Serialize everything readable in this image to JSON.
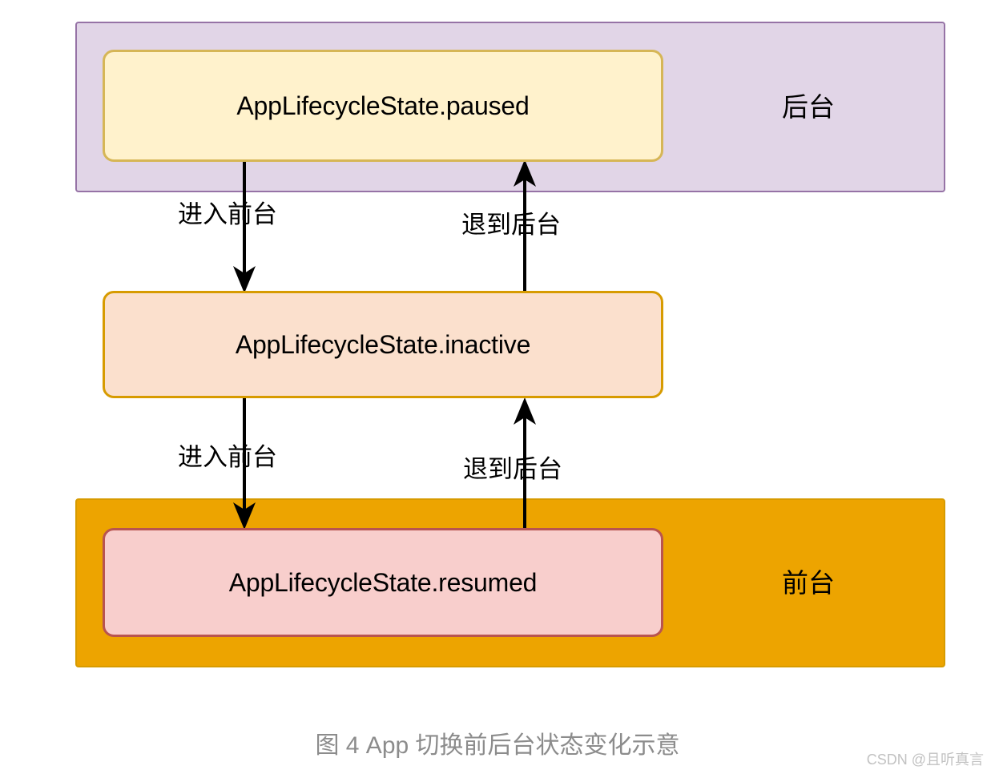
{
  "diagram": {
    "title": "App lifecycle state transition diagram",
    "lanes": [
      {
        "id": "background",
        "label": "后台",
        "fill": "#e1d5e7",
        "stroke": "#9673a6"
      },
      {
        "id": "foreground",
        "label": "前台",
        "fill": "#eda400",
        "stroke": "#d79b00"
      }
    ],
    "nodes": [
      {
        "id": "paused",
        "label": "AppLifecycleState.paused",
        "fill": "#fff2cc",
        "stroke": "#d6b656",
        "lane": "background"
      },
      {
        "id": "inactive",
        "label": "AppLifecycleState.inactive",
        "fill": "#fbe0cd",
        "stroke": "#d79b00",
        "lane": "none"
      },
      {
        "id": "resumed",
        "label": "AppLifecycleState.resumed",
        "fill": "#f8cecc",
        "stroke": "#b85450",
        "lane": "foreground"
      }
    ],
    "edges": [
      {
        "id": "paused-to-inactive",
        "from": "paused",
        "to": "inactive",
        "label": "进入前台",
        "direction": "down"
      },
      {
        "id": "inactive-to-paused",
        "from": "inactive",
        "to": "paused",
        "label": "退到后台",
        "direction": "up"
      },
      {
        "id": "inactive-to-resumed",
        "from": "inactive",
        "to": "resumed",
        "label": "进入前台",
        "direction": "down"
      },
      {
        "id": "resumed-to-inactive",
        "from": "resumed",
        "to": "inactive",
        "label": "退到后台",
        "direction": "up"
      }
    ]
  },
  "caption": "图 4 App 切换前后台状态变化示意",
  "watermark": "CSDN @且听真言"
}
